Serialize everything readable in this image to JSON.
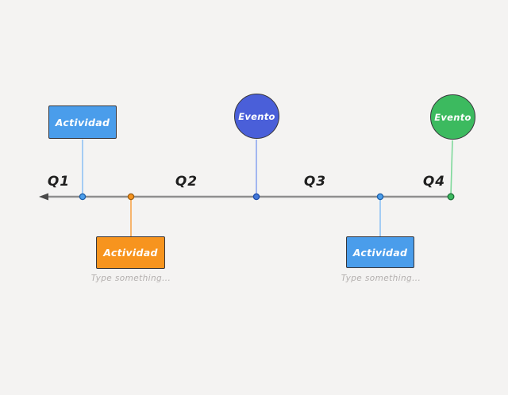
{
  "canvas": {
    "background_color": "#f4f3f2"
  },
  "timeline": {
    "quarters": [
      "Q1",
      "Q2",
      "Q3",
      "Q4"
    ],
    "axis_color": "#8f8f8f",
    "text_color": "#1f1f1f"
  },
  "nodes": {
    "activity_top": {
      "label": "Actividad",
      "shape": "rectangle",
      "fill": "#4a9deb",
      "connector_color": "#8fc2f4"
    },
    "event_mid": {
      "label": "Evento",
      "shape": "circle",
      "fill": "#4a5fd9",
      "connector_color": "#8ea6ef"
    },
    "event_right": {
      "label": "Evento",
      "shape": "circle",
      "fill": "#3cba5f",
      "connector_color": "#7ed99b"
    },
    "activity_bottom_left": {
      "label": "Actividad",
      "shape": "rectangle",
      "fill": "#f7941e",
      "connector_color": "#f6a54c",
      "placeholder": "Type something..."
    },
    "activity_bottom_right": {
      "label": "Actividad",
      "shape": "rectangle",
      "fill": "#4a9deb",
      "connector_color": "#8fc2f4",
      "placeholder": "Type something..."
    }
  }
}
